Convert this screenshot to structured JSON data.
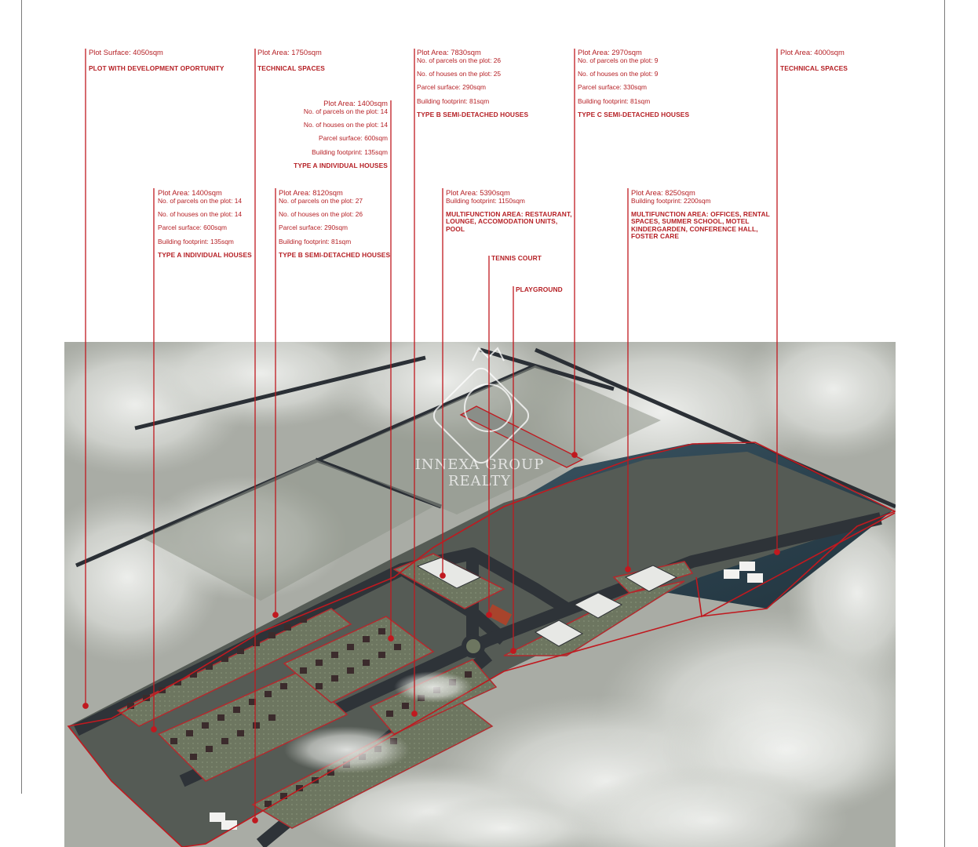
{
  "watermark": "INNEXA GROUP REALTY",
  "colors": {
    "annotation": "#b51f24",
    "leader": "#c0191f",
    "water": "#2c4350",
    "road": "#2e3338"
  },
  "annotations": {
    "plot_surface": {
      "lines": [
        "Plot Surface: 4050sqm"
      ],
      "title": "PLOT WITH DEVELOPMENT OPORTUNITY"
    },
    "technical_left": {
      "lines": [
        "Plot Area: 1750sqm"
      ],
      "title": "TECHNICAL SPACES"
    },
    "type_b_top": {
      "lines": [
        "Plot Area: 7830sqm",
        "No. of parcels on the plot: 26",
        "No. of houses on the plot: 25",
        "Parcel surface: 290sqm",
        "Building footprint: 81sqm"
      ],
      "title": "TYPE B SEMI-DETACHED HOUSES"
    },
    "type_c": {
      "lines": [
        "Plot Area: 2970sqm",
        "No. of parcels on the plot: 9",
        "No. of houses on the plot: 9",
        "Parcel surface: 330sqm",
        "Building footprint: 81sqm"
      ],
      "title": "TYPE C SEMI-DETACHED HOUSES"
    },
    "technical_right": {
      "lines": [
        "Plot Area: 4000sqm"
      ],
      "title": "TECHNICAL SPACES"
    },
    "type_a_mid": {
      "lines": [
        "Plot Area: 1400sqm",
        "No. of parcels on the plot: 14",
        "No. of houses on the plot: 14",
        "Parcel surface: 600sqm",
        "Building footprint: 135sqm"
      ],
      "title": "TYPE A INDIVIDUAL HOUSES"
    },
    "type_a_low": {
      "lines": [
        "Plot Area: 1400sqm",
        "No. of parcels on the plot: 14",
        "No. of houses on the plot: 14",
        "Parcel surface: 600sqm",
        "Building footprint: 135sqm"
      ],
      "title": "TYPE A INDIVIDUAL HOUSES"
    },
    "type_b_low": {
      "lines": [
        "Plot Area: 8120sqm",
        "No. of parcels on the plot: 27",
        "No. of houses on the plot: 26",
        "Parcel surface: 290sqm",
        "Building footprint: 81sqm"
      ],
      "title": "TYPE B SEMI-DETACHED  HOUSES"
    },
    "multifunction_1": {
      "lines": [
        "Plot Area: 5390sqm",
        "Building footprint: 1150sqm"
      ],
      "title": "MULTIFUNCTION AREA: RESTAURANT, LOUNGE, ACCOMODATION UNITS, POOL"
    },
    "tennis": {
      "lines": [],
      "title": "TENNIS COURT"
    },
    "playground": {
      "lines": [],
      "title": "PLAYGROUND"
    },
    "multifunction_2": {
      "lines": [
        "Plot Area: 8250sqm",
        "Building footprint: 2200sqm"
      ],
      "title": "MULTIFUNCTION AREA: OFFICES, RENTAL SPACES, SUMMER SCHOOL, MOTEL KINDERGARDEN,  CONFERENCE HALL, FOSTER CARE"
    }
  }
}
